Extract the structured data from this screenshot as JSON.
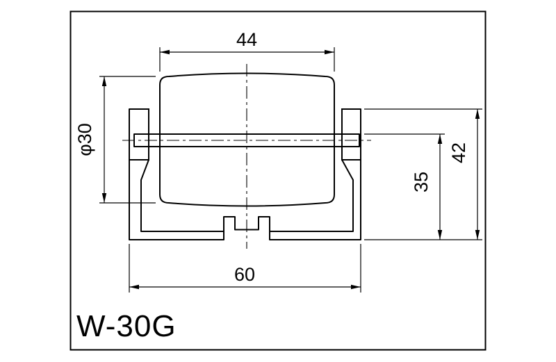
{
  "drawing": {
    "part_number": "W-30G",
    "dimensions": {
      "roller_face_width": "44",
      "roller_diameter": "φ30",
      "frame_height": "42",
      "inner_height": "35",
      "frame_width": "60"
    },
    "colors": {
      "line": "#000000",
      "background": "#ffffff"
    }
  }
}
